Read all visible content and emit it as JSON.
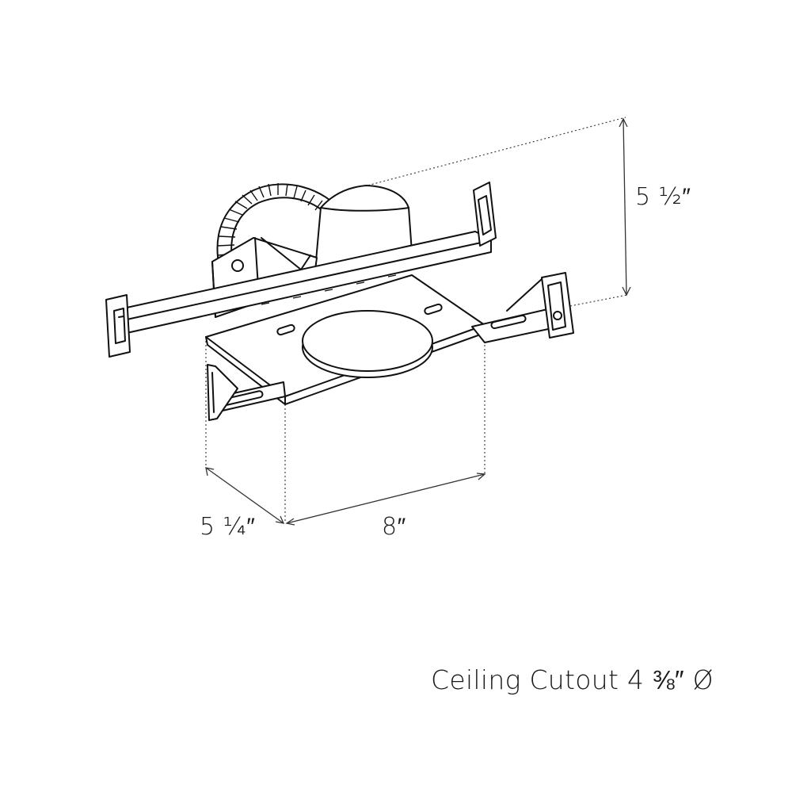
{
  "dimensions": {
    "height": "5 ½″",
    "depth": "5 ¼″",
    "width": "8″"
  },
  "caption": "Ceiling Cutout 4 ⅜″ Ø"
}
